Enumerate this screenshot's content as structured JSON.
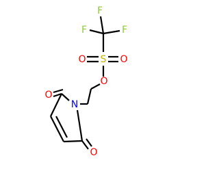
{
  "molecule": {
    "atoms": {
      "F1": {
        "symbol": "F",
        "color": "#8ccc3c"
      },
      "F2": {
        "symbol": "F",
        "color": "#8ccc3c"
      },
      "F3": {
        "symbol": "F",
        "color": "#8ccc3c"
      },
      "S": {
        "symbol": "S",
        "color": "#c8b400"
      },
      "O1": {
        "symbol": "O",
        "color": "#ff0000"
      },
      "O2": {
        "symbol": "O",
        "color": "#ff0000"
      },
      "O3": {
        "symbol": "O",
        "color": "#ff0000"
      },
      "N": {
        "symbol": "N",
        "color": "#0000ff"
      },
      "O4": {
        "symbol": "O",
        "color": "#ff0000"
      },
      "O5": {
        "symbol": "O",
        "color": "#ff0000"
      }
    },
    "bond_color": "#000000"
  }
}
